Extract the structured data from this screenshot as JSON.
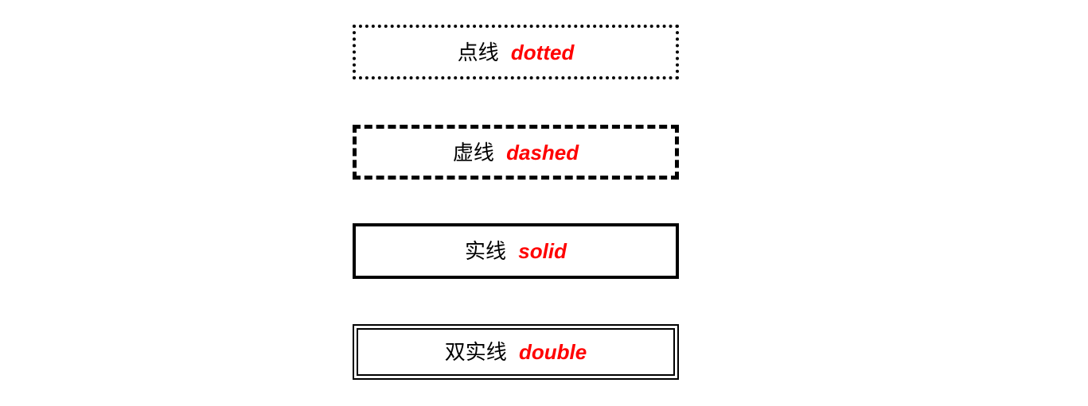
{
  "page": {
    "background_color": "#ffffff"
  },
  "colors": {
    "border": "#000000",
    "text_primary": "#000000",
    "text_accent_red": "#ff0000"
  },
  "boxes": [
    {
      "style": "dotted",
      "label_zh": "点线",
      "label_en": "dotted"
    },
    {
      "style": "dashed",
      "label_zh": "虚线",
      "label_en": "dashed"
    },
    {
      "style": "solid",
      "label_zh": "实线",
      "label_en": "solid"
    },
    {
      "style": "double",
      "label_zh": "双实线",
      "label_en": "double"
    }
  ]
}
